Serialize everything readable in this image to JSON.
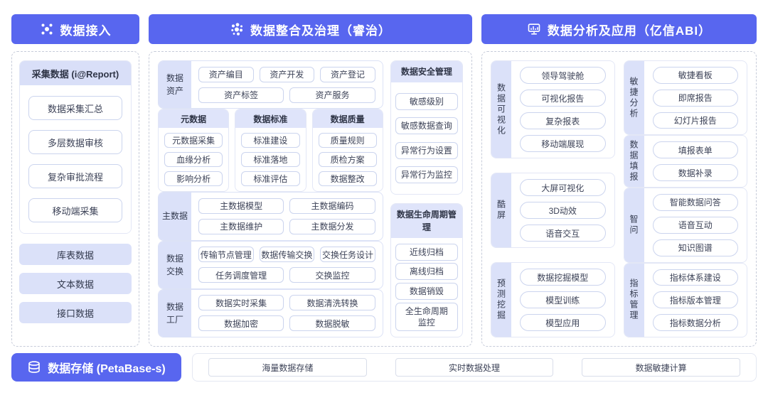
{
  "colors": {
    "accent": "#5866EF",
    "lavender": "#DBE1F9",
    "chip_border": "#CBD4EE"
  },
  "headers": {
    "access": "数据接入",
    "governance": "数据整合及治理（睿治）",
    "analysis": "数据分析及应用（亿信ABI）"
  },
  "access_panel": {
    "report_card": {
      "title": "采集数据 (i@Report)",
      "items": [
        "数据采集汇总",
        "多层数据审核",
        "复杂审批流程",
        "移动端采集"
      ]
    },
    "data_sources": [
      "库表数据",
      "文本数据",
      "接口数据"
    ]
  },
  "governance_panel": {
    "asset": {
      "label": "数据资产",
      "row1": [
        "资产编目",
        "资产开发",
        "资产登记"
      ],
      "row2": [
        "资产标签",
        "资产服务"
      ]
    },
    "meta_columns": [
      {
        "title": "元数据",
        "items": [
          "元数据采集",
          "血缘分析",
          "影响分析"
        ]
      },
      {
        "title": "数据标准",
        "items": [
          "标准建设",
          "标准落地",
          "标准评估"
        ]
      },
      {
        "title": "数据质量",
        "items": [
          "质量规则",
          "质检方案",
          "数据整改"
        ]
      }
    ],
    "master": {
      "label": "主数据",
      "row1": [
        "主数据模型",
        "主数据编码"
      ],
      "row2": [
        "主数据维护",
        "主数据分发"
      ]
    },
    "exchange": {
      "label": "数据交换",
      "row1": [
        "传输节点管理",
        "数据传输交换",
        "交换任务设计"
      ],
      "row2": [
        "任务调度管理",
        "交换监控"
      ]
    },
    "factory": {
      "label": "数据工厂",
      "row1": [
        "数据实时采集",
        "数据清洗转换"
      ],
      "row2": [
        "数据加密",
        "数据脱敏"
      ]
    },
    "security": {
      "title": "数据安全管理",
      "items": [
        "敏感级别",
        "敏感数据查询",
        "异常行为设置",
        "异常行为监控"
      ]
    },
    "lifecycle": {
      "title": "数据生命周期管理",
      "items": [
        "近线归档",
        "离线归档",
        "数据销毁",
        "全生命周期监控"
      ]
    }
  },
  "analysis_panel": {
    "visualization": {
      "label": "数据可视化",
      "items": [
        "领导驾驶舱",
        "可视化报告",
        "复杂报表",
        "移动端展现"
      ]
    },
    "coolscreen": {
      "label": "酷屏",
      "items": [
        "大屏可视化",
        "3D动效",
        "语音交互"
      ]
    },
    "mining": {
      "label": "预测挖掘",
      "items": [
        "数据挖掘模型",
        "模型训练",
        "模型应用"
      ]
    },
    "agile": {
      "label": "敏捷分析",
      "items": [
        "敏捷看板",
        "即席报告",
        "幻灯片报告"
      ]
    },
    "filling": {
      "label": "数据填报",
      "items": [
        "填报表单",
        "数据补录"
      ]
    },
    "qa": {
      "label": "智问",
      "items": [
        "智能数据问答",
        "语音互动",
        "知识图谱"
      ]
    },
    "metrics": {
      "label": "指标管理",
      "items": [
        "指标体系建设",
        "指标版本管理",
        "指标数据分析"
      ]
    }
  },
  "storage": {
    "label": "数据存储 (PetaBase-s)",
    "items": [
      "海量数据存储",
      "实时数据处理",
      "数据敏捷计算"
    ]
  }
}
